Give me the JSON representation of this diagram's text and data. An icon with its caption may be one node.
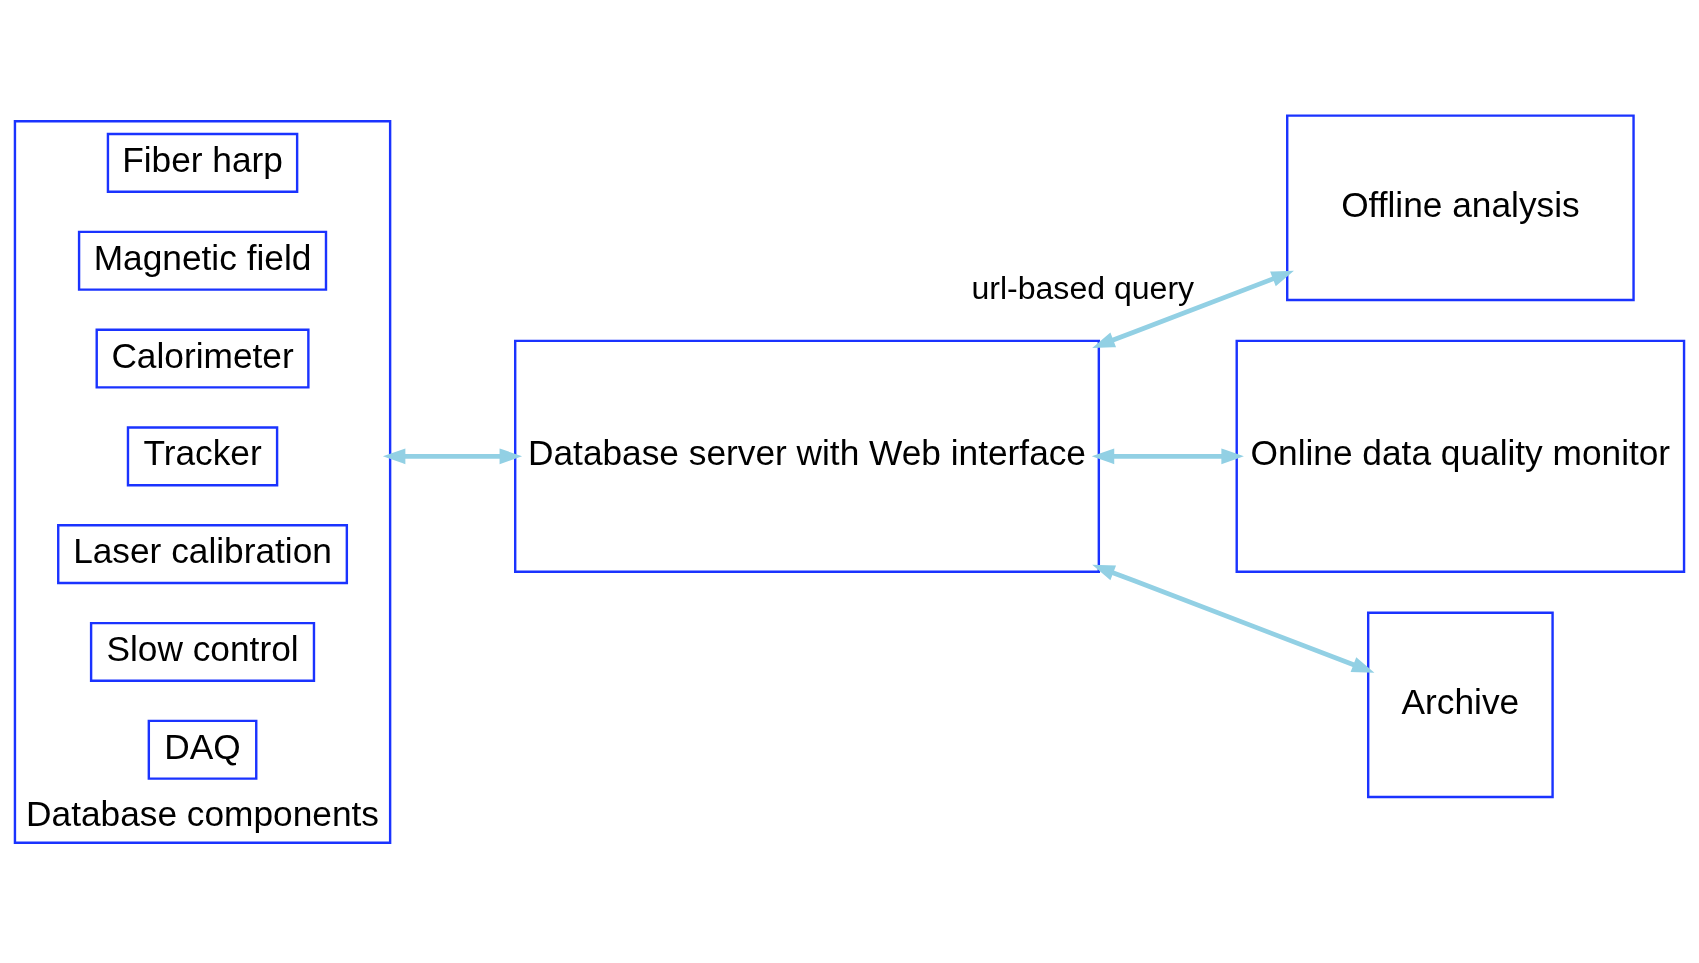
{
  "diagram": {
    "nodes": [
      {
        "text": [
          "Database components"
        ]
      },
      {
        "text": [
          "DAQ"
        ],
        "in": 0
      },
      {
        "text": [
          "Slow control"
        ],
        "in": 0
      },
      {
        "text": [
          "Laser calibration"
        ],
        "in": 0
      },
      {
        "text": [
          "Tracker"
        ],
        "in": 0
      },
      {
        "text": [
          "Calorimeter"
        ],
        "in": 0
      },
      {
        "text": [
          "Magnetic field"
        ],
        "in": 0
      },
      {
        "text": [
          "Fiber harp"
        ],
        "in": 0
      },
      {
        "text": [
          "Database server with Web interface"
        ]
      },
      {
        "text": [
          "Offline analysis"
        ]
      },
      {
        "text": [
          "Online data quality monitor"
        ]
      },
      {
        "text": [
          "Archive"
        ]
      }
    ],
    "edges": [
      {
        "from": 0,
        "to": 8,
        "arrow": "both"
      },
      {
        "from": 8,
        "to": 9,
        "arrow": "both",
        "label": "url-based query"
      },
      {
        "from": 8,
        "to": 10,
        "arrow": "both"
      },
      {
        "from": 8,
        "to": 11,
        "arrow": "both"
      }
    ]
  }
}
